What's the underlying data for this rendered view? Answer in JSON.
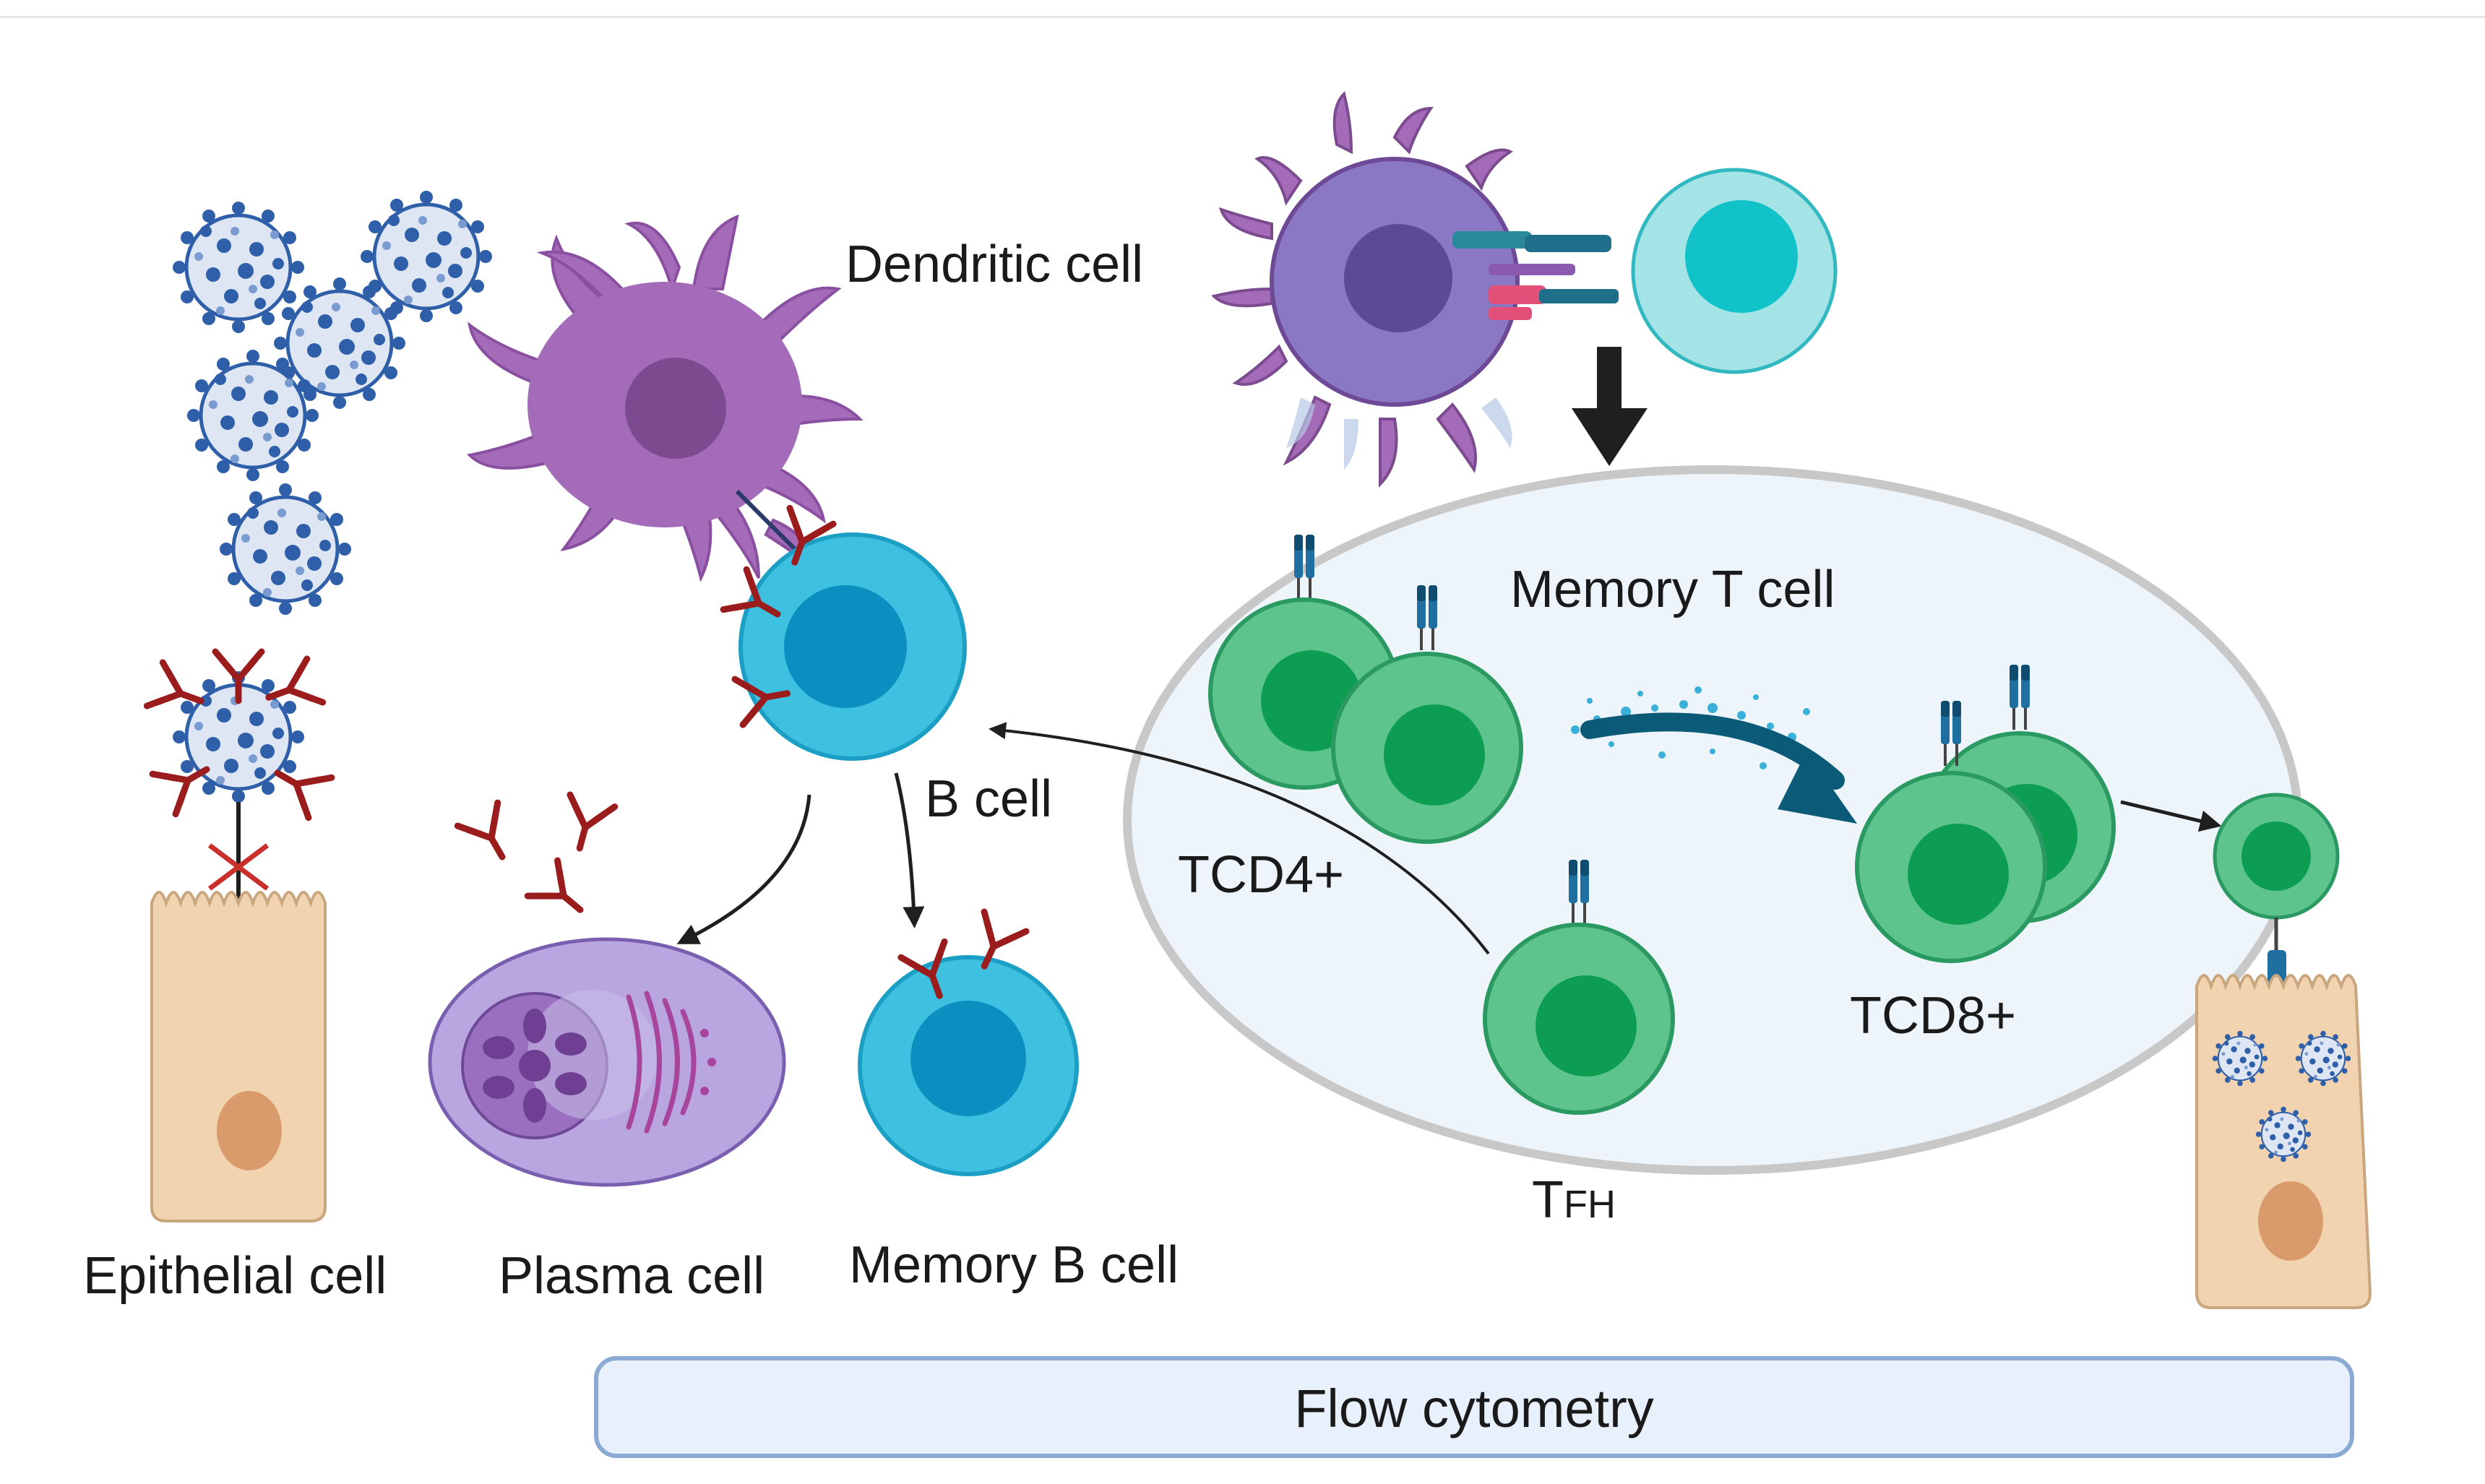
{
  "labels": {
    "dendritic_cell": "Dendritic cell",
    "memory_t_cell": "Memory T cell",
    "b_cell": "B cell",
    "tcd4": "TCD4+",
    "tcd8": "TCD8+",
    "tfh_main": "T",
    "tfh_sub": "FH",
    "epithelial_cell": "Epithelial cell",
    "plasma_cell": "Plasma cell",
    "memory_b_cell": "Memory B cell"
  },
  "footer": {
    "flow_cytometry": "Flow cytometry"
  },
  "colors": {
    "dendritic": "#a46bb8",
    "dendritic_nucleus": "#7b4a8f",
    "b_cell": "#3ec1e0",
    "b_cell_nucleus": "#0a8fc0",
    "t_cell": "#5cc48c",
    "t_cell_nucleus": "#0d9d52",
    "antibody": "#9b1c1c",
    "virus_body": "#dfe6f3",
    "virus_spike": "#2e5fa8",
    "epithelial": "#f2d3b0",
    "epithelial_nucleus": "#d99b6c",
    "plasma": "#b9a6e0",
    "memory_ellipse_fill": "#eef5fa",
    "memory_ellipse_stroke": "#c8c8c8",
    "flow_box_fill": "#e7f0fb",
    "flow_box_stroke": "#8aaad3",
    "arrow_dark": "#1f1f1f",
    "arrow_teal": "#0a5a78"
  }
}
